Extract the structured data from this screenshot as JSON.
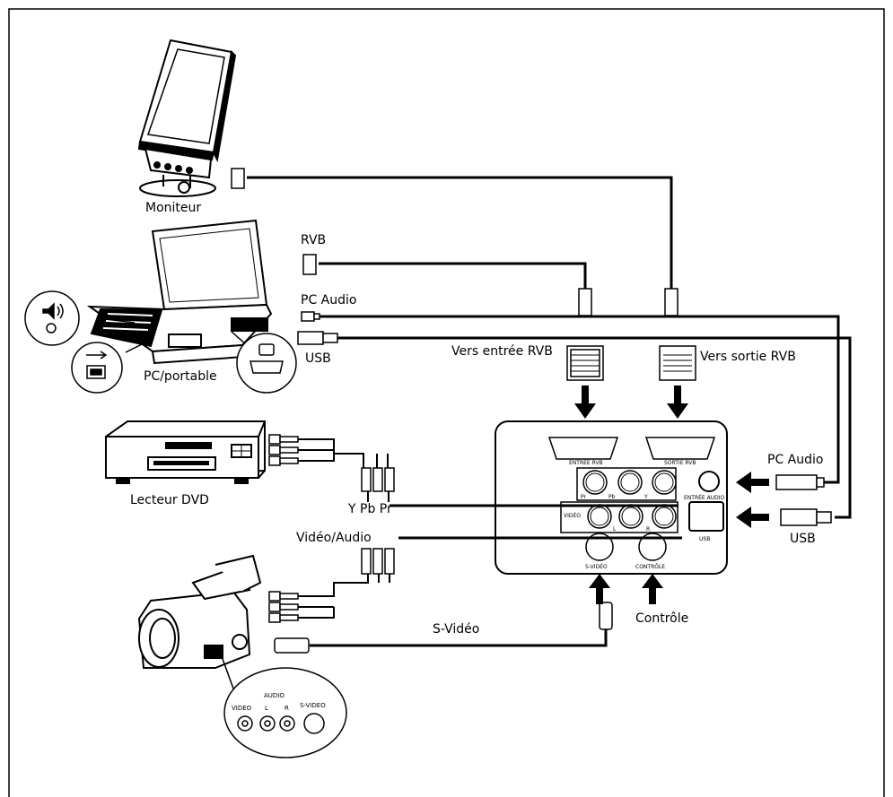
{
  "devices": {
    "monitor": "Moniteur",
    "pc": "PC/portable",
    "dvd": "Lecteur DVD"
  },
  "cables": {
    "rgb": "RVB",
    "pc_audio": "PC Audio",
    "usb": "USB",
    "to_rgb_in": "Vers entrée RVB",
    "to_rgb_out": "Vers sortie RVB",
    "ypbpr": "Y Pb Pr",
    "video_audio": "Vidéo/Audio",
    "svideo": "S-Vidéo",
    "control": "Contrôle",
    "pc_audio_right": "PC Audio",
    "usb_right": "USB"
  },
  "projector_panel": {
    "rgb_in": "ENTRÉE RVB",
    "rgb_out": "SORTIE RVB",
    "pr": "Pr",
    "pb": "Pb",
    "y": "Y",
    "audio_in": "ENTRÉE AUDIO",
    "video": "VIDÉO",
    "l": "L",
    "r": "R",
    "usb": "USB",
    "svideo": "S-VIDÉO",
    "control": "CONTRÔLE"
  },
  "camcorder_ports": {
    "audio": "AUDIO",
    "video": "VIDEO",
    "l": "L",
    "r": "R",
    "svideo": "S-VIDEO"
  }
}
